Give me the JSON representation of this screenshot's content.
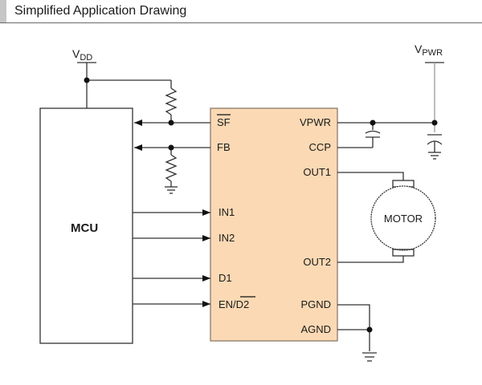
{
  "header": {
    "title": "Simplified Application Drawing"
  },
  "colors": {
    "ic_fill": "#fbd9b4",
    "wire": "#222222",
    "accent_bar": "#c6c6c6"
  },
  "supplies": {
    "vdd_main": "V",
    "vdd_sub": "DD",
    "vpwr_main": "V",
    "vpwr_sub": "PWR"
  },
  "mcu": {
    "label": "MCU"
  },
  "ic": {
    "left_pins": [
      "SF",
      "FB",
      "IN1",
      "IN2",
      "D1",
      "EN/",
      "D2"
    ],
    "right_pins": [
      "VPWR",
      "CCP",
      "OUT1",
      "OUT2",
      "PGND",
      "AGND"
    ]
  },
  "motor": {
    "label": "MOTOR"
  }
}
